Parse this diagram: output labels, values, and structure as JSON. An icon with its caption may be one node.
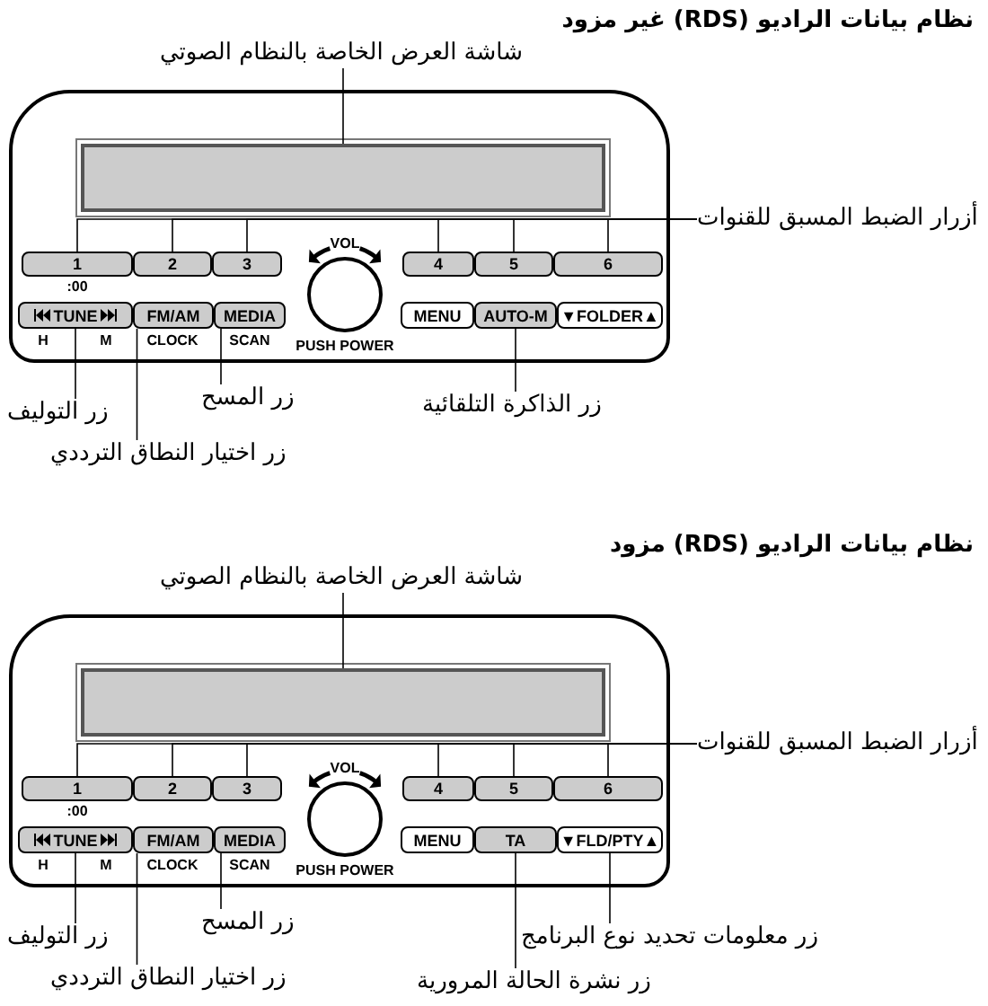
{
  "diagram": {
    "nodes": [
      {
        "text": [
          "شاشة العرض الخاصة بالنظام الصوتي"
        ]
      },
      {
        "text": [],
        "shape": "box"
      },
      {
        "text": [],
        "shape": "box",
        "in": 1
      },
      {
        "text": [
          "1"
        ],
        "in": 1,
        "beside": [
          ":00"
        ]
      },
      {
        "text": [
          "2"
        ],
        "in": 1
      },
      {
        "text": [
          "3"
        ],
        "in": 1
      },
      {
        "text": [],
        "shape": "circle",
        "in": 1,
        "beside": [
          "VOL",
          "PUSH POWER"
        ]
      },
      {
        "text": [
          "4"
        ],
        "in": 1
      },
      {
        "text": [
          "5"
        ],
        "in": 1
      },
      {
        "text": [
          "6"
        ],
        "in": 1
      },
      {
        "text": [
          "TUNE"
        ],
        "in": 1,
        "beside": [
          "H",
          "M"
        ]
      },
      {
        "text": [
          "FM/AM"
        ],
        "in": 1,
        "beside": [
          "CLOCK"
        ]
      },
      {
        "text": [
          "MEDIA"
        ],
        "in": 1,
        "beside": [
          "SCAN"
        ]
      },
      {
        "text": [
          "MENU"
        ],
        "in": 1
      },
      {
        "text": [
          "AUTO-M"
        ],
        "in": 1
      },
      {
        "text": [
          "▼FOLDER▲"
        ],
        "in": 1
      },
      {
        "text": [
          "أزرار الضبط المسبق للقنوات"
        ]
      },
      {
        "text": [
          "زر التوليف"
        ]
      },
      {
        "text": [
          "زر المسح"
        ]
      },
      {
        "text": [
          "زر الذاكرة التلقائية"
        ]
      },
      {
        "text": [
          "زر اختيار النطاق الترددي"
        ]
      },
      {
        "text": [
          "شاشة العرض الخاصة بالنظام الصوتي"
        ]
      },
      {
        "text": [],
        "shape": "box"
      },
      {
        "text": [],
        "shape": "box",
        "in": 22
      },
      {
        "text": [
          "1"
        ],
        "in": 22,
        "beside": [
          ":00"
        ]
      },
      {
        "text": [
          "2"
        ],
        "in": 22
      },
      {
        "text": [
          "3"
        ],
        "in": 22
      },
      {
        "text": [],
        "shape": "circle",
        "in": 22,
        "beside": [
          "VOL",
          "PUSH POWER"
        ]
      },
      {
        "text": [
          "4"
        ],
        "in": 22
      },
      {
        "text": [
          "5"
        ],
        "in": 22
      },
      {
        "text": [
          "6"
        ],
        "in": 22
      },
      {
        "text": [
          "TUNE"
        ],
        "in": 22,
        "beside": [
          "H",
          "M"
        ]
      },
      {
        "text": [
          "FM/AM"
        ],
        "in": 22,
        "beside": [
          "CLOCK"
        ]
      },
      {
        "text": [
          "MEDIA"
        ],
        "in": 22,
        "beside": [
          "SCAN"
        ]
      },
      {
        "text": [
          "MENU"
        ],
        "in": 22
      },
      {
        "text": [
          "TA"
        ],
        "in": 22
      },
      {
        "text": [
          "▼FLD/PTY▲"
        ],
        "in": 22
      },
      {
        "text": [
          "أزرار الضبط المسبق للقنوات"
        ]
      },
      {
        "text": [
          "زر التوليف"
        ]
      },
      {
        "text": [
          "زر المسح"
        ]
      },
      {
        "text": [
          "زر معلومات تحديد نوع البرنامج"
        ]
      },
      {
        "text": [
          "زر اختيار النطاق الترددي"
        ]
      },
      {
        "text": [
          "زر نشرة الحالة المرورية"
        ]
      }
    ],
    "edges": [
      {
        "from": 0,
        "to": 2,
        "arrow": "none"
      },
      {
        "from": 16,
        "to": 3,
        "arrow": "none"
      },
      {
        "from": 16,
        "to": 4,
        "arrow": "none"
      },
      {
        "from": 16,
        "to": 5,
        "arrow": "none"
      },
      {
        "from": 16,
        "to": 7,
        "arrow": "none"
      },
      {
        "from": 16,
        "to": 8,
        "arrow": "none"
      },
      {
        "from": 16,
        "to": 9,
        "arrow": "none"
      },
      {
        "from": 17,
        "to": 10,
        "arrow": "none"
      },
      {
        "from": 18,
        "to": 12,
        "arrow": "none"
      },
      {
        "from": 19,
        "to": 14,
        "arrow": "none"
      },
      {
        "from": 20,
        "to": 11,
        "arrow": "none"
      },
      {
        "from": 21,
        "to": 23,
        "arrow": "none"
      },
      {
        "from": 37,
        "to": 24,
        "arrow": "none"
      },
      {
        "from": 37,
        "to": 25,
        "arrow": "none"
      },
      {
        "from": 37,
        "to": 26,
        "arrow": "none"
      },
      {
        "from": 37,
        "to": 28,
        "arrow": "none"
      },
      {
        "from": 37,
        "to": 29,
        "arrow": "none"
      },
      {
        "from": 37,
        "to": 30,
        "arrow": "none"
      },
      {
        "from": 38,
        "to": 31,
        "arrow": "none"
      },
      {
        "from": 39,
        "to": 33,
        "arrow": "none"
      },
      {
        "from": 40,
        "to": 36,
        "arrow": "none"
      },
      {
        "from": 41,
        "to": 32,
        "arrow": "none"
      },
      {
        "from": 42,
        "to": 35,
        "arrow": "none"
      }
    ],
    "labels": [
      "نظام بيانات الراديو (RDS) غير مزود",
      "نظام بيانات الراديو (RDS) مزود"
    ]
  }
}
